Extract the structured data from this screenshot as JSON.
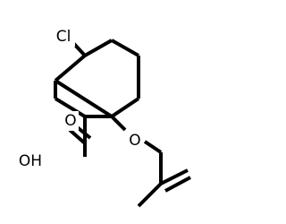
{
  "structure": {
    "atoms": {
      "chlorine": "Cl",
      "ether_oxygen": "O",
      "carbonyl_oxygen": "O",
      "hydroxyl": "OH"
    },
    "colors": {
      "bond": "#000000",
      "label": "#000000",
      "background": "#ffffff"
    }
  }
}
